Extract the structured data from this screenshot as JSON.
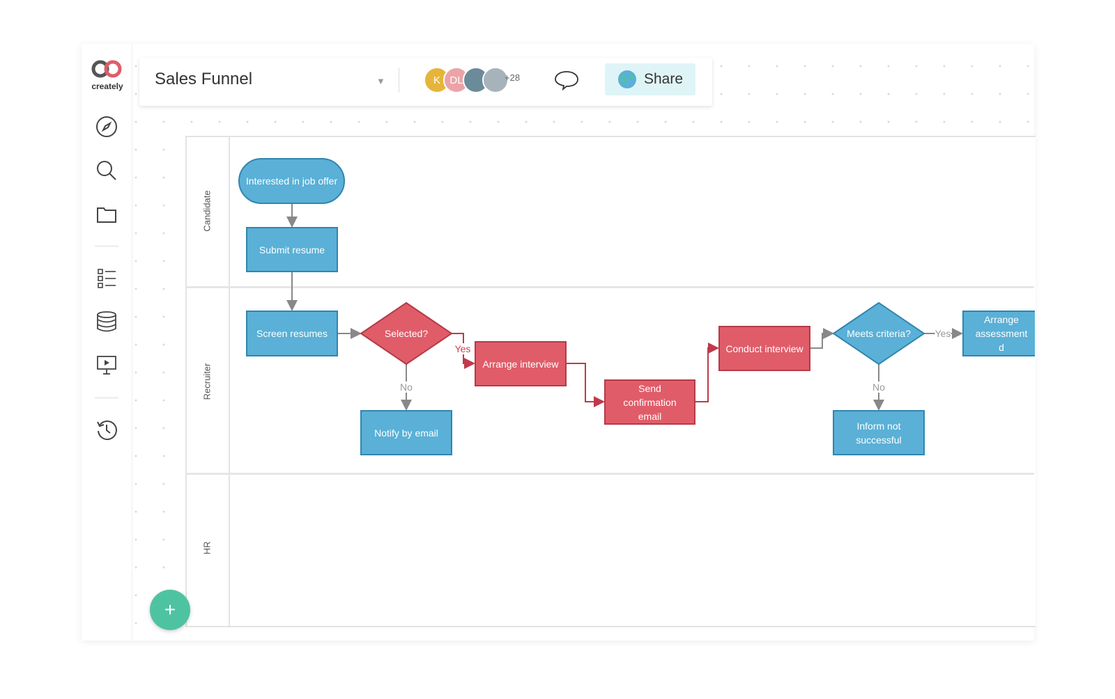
{
  "app": {
    "logo_text": "creately"
  },
  "header": {
    "document_title": "Sales Funnel",
    "collaborators": [
      {
        "initial": "K",
        "color": "#e5b53b"
      },
      {
        "initial": "DL",
        "color": "#eba3a8"
      },
      {
        "initial": "",
        "color": "#6b8a9a"
      },
      {
        "initial": "",
        "color": "#a7b3ba"
      }
    ],
    "more_count": "+28",
    "share_label": "Share"
  },
  "sidebar": {
    "icons": [
      "compass-icon",
      "search-icon",
      "folder-icon",
      "checklist-icon",
      "database-icon",
      "presentation-icon",
      "history-icon"
    ]
  },
  "lanes": [
    "Candidate",
    "Recruiter",
    "HR"
  ],
  "colors": {
    "blue": "#5ab0d6",
    "red": "#e05c69",
    "accent": "#4ec3a2"
  },
  "nodes": {
    "interested": "Interested in job offer",
    "submit": "Submit resume",
    "screen": "Screen resumes",
    "selected": "Selected?",
    "notify": "Notify by email",
    "arrange_interview": "Arrange interview",
    "send_confirmation": "Send confirmation email",
    "conduct": "Conduct interview",
    "meets": "Meets criteria?",
    "inform": "Inform not successful",
    "arrange_assessment": "Arrange assessment d"
  },
  "edge_labels": {
    "selected_yes": "Yes",
    "selected_no": "No",
    "meets_yes": "Yes",
    "meets_no": "No"
  },
  "fab": {
    "label": "+"
  }
}
